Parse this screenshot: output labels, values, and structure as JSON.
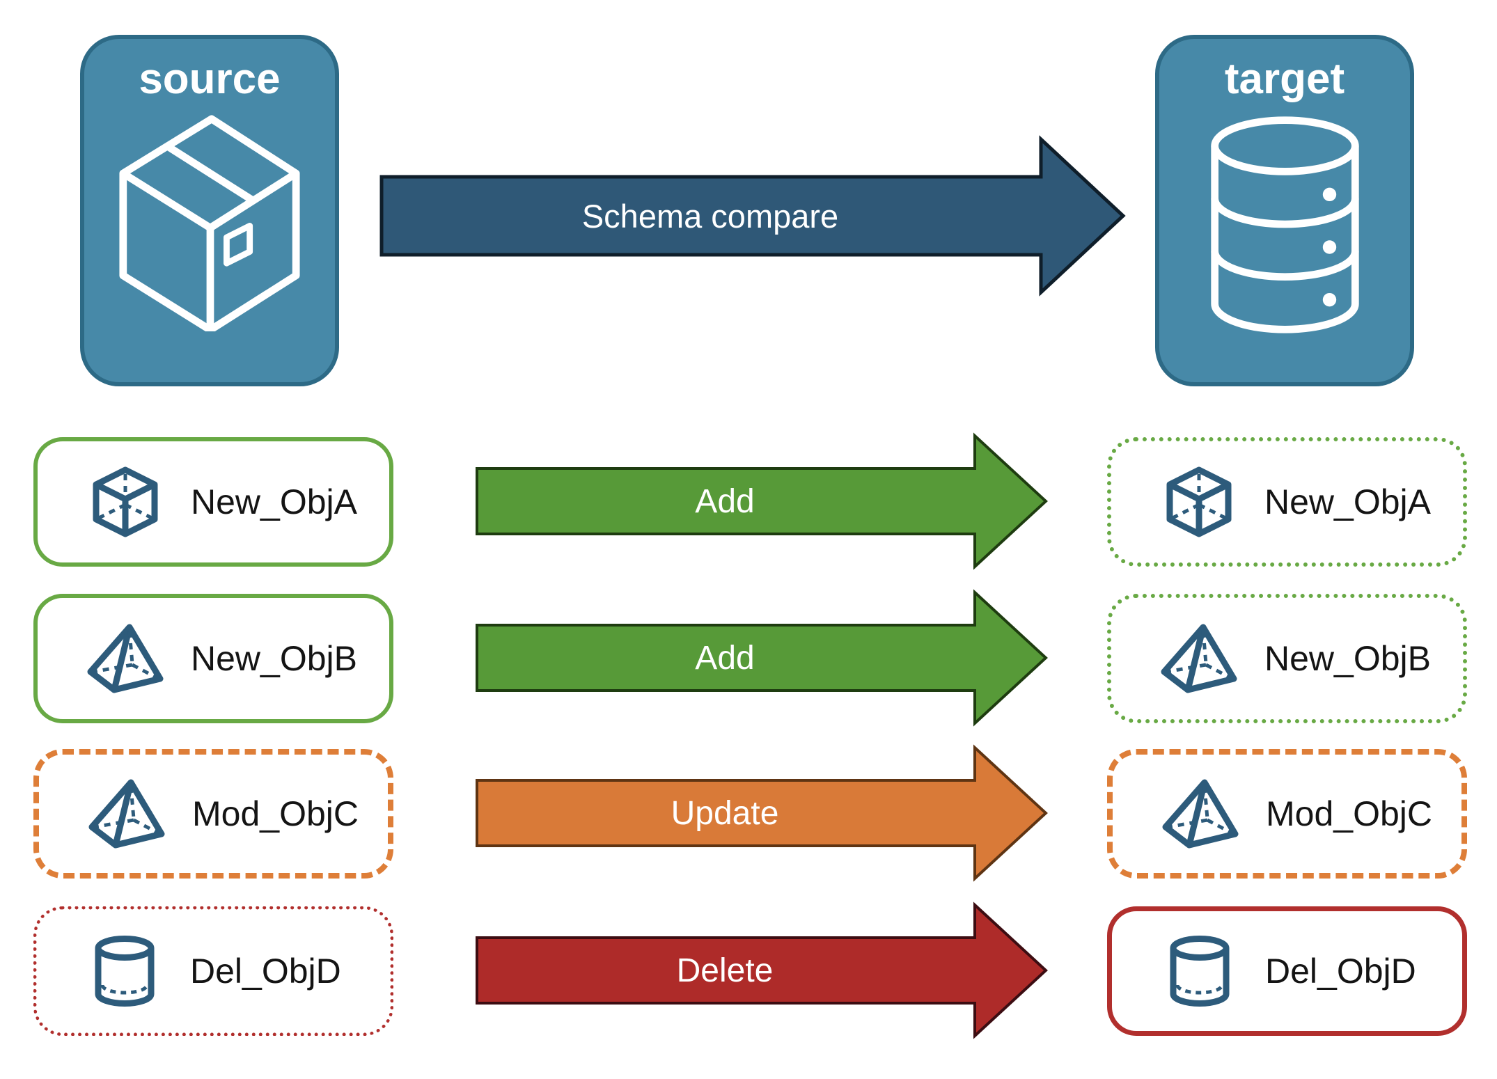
{
  "nodes": {
    "source": {
      "label": "source",
      "icon": "package-box"
    },
    "target": {
      "label": "target",
      "icon": "database"
    }
  },
  "compare_arrow": {
    "label": "Schema compare"
  },
  "rows": [
    {
      "left": {
        "label": "New_ObjA",
        "icon": "cube",
        "border_style": "solid",
        "border_color": "#68A944"
      },
      "arrow": {
        "label": "Add",
        "action": "add",
        "fill": "#579A38",
        "border": "#1E3C10"
      },
      "right": {
        "label": "New_ObjA",
        "icon": "cube",
        "border_style": "dotted",
        "border_color": "#68A944"
      }
    },
    {
      "left": {
        "label": "New_ObjB",
        "icon": "pyramid",
        "border_style": "solid",
        "border_color": "#68A944"
      },
      "arrow": {
        "label": "Add",
        "action": "add",
        "fill": "#579A38",
        "border": "#1E3C10"
      },
      "right": {
        "label": "New_ObjB",
        "icon": "pyramid",
        "border_style": "dotted",
        "border_color": "#68A944"
      }
    },
    {
      "left": {
        "label": "Mod_ObjC",
        "icon": "pyramid",
        "border_style": "dashed",
        "border_color": "#DE7E38"
      },
      "arrow": {
        "label": "Update",
        "action": "update",
        "fill": "#D97A38",
        "border": "#5E3413"
      },
      "right": {
        "label": "Mod_ObjC",
        "icon": "pyramid",
        "border_style": "dashed",
        "border_color": "#DE7E38"
      }
    },
    {
      "left": {
        "label": "Del_ObjD",
        "icon": "cylinder",
        "border_style": "dotted",
        "border_color": "#B12F2D"
      },
      "arrow": {
        "label": "Delete",
        "action": "delete",
        "fill": "#AE2B29",
        "border": "#3C0D12"
      },
      "right": {
        "label": "Del_ObjD",
        "icon": "cylinder",
        "border_style": "solid",
        "border_color": "#B12F2D"
      }
    }
  ],
  "palette": {
    "node_fill": "#4789A8",
    "node_border": "#2D6A86",
    "object_icon_stroke": "#2D5B7B",
    "compare_arrow_fill": "#2F5877",
    "compare_arrow_border": "#0F1E2A",
    "background": "#FFFFFF",
    "label_text": "#141414",
    "arrow_text": "#FFFFFF"
  }
}
